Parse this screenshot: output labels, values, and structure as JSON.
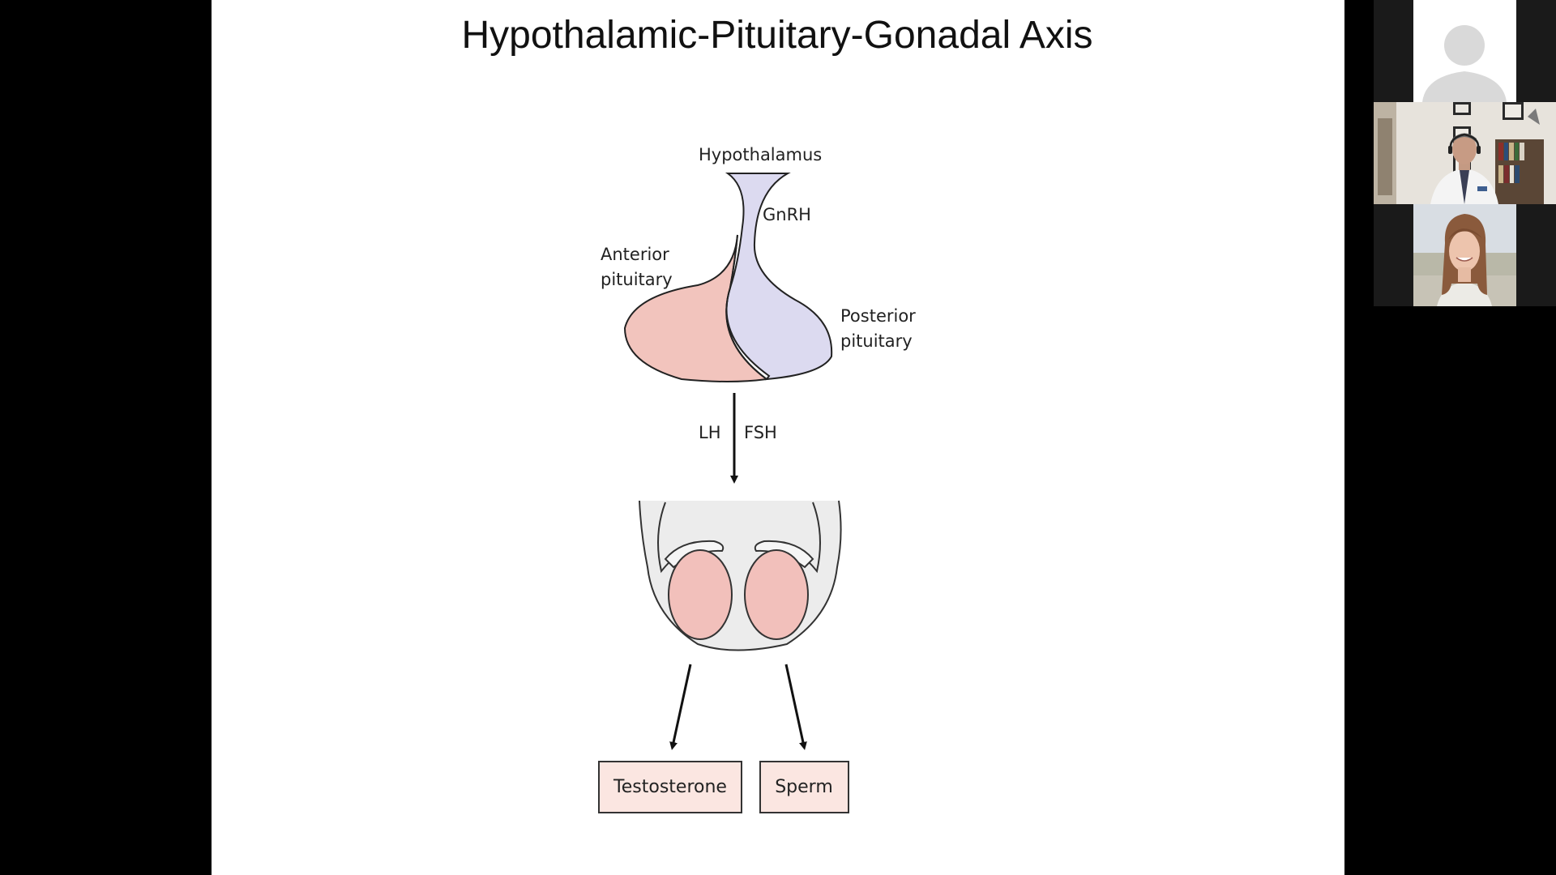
{
  "slide": {
    "title": "Hypothalamic-Pituitary-Gonadal Axis",
    "labels": {
      "hypothalamus": "Hypothalamus",
      "gnrh": "GnRH",
      "anterior_1": "Anterior",
      "anterior_2": "pituitary",
      "posterior_1": "Posterior",
      "posterior_2": "pituitary",
      "lh": "LH",
      "fsh": "FSH"
    },
    "boxes": {
      "testosterone": "Testosterone",
      "sperm": "Sperm"
    },
    "colors": {
      "anterior": "#f2c4bd",
      "posterior": "#dcdaf0",
      "testis": "#f2c0bb",
      "box_fill": "#fbe6e1",
      "scrotum": "#ececec"
    }
  },
  "participants": [
    {
      "name": "",
      "video": "avatar-placeholder"
    },
    {
      "name": "",
      "video": "camera-feed"
    },
    {
      "name": "",
      "video": "camera-feed"
    }
  ]
}
